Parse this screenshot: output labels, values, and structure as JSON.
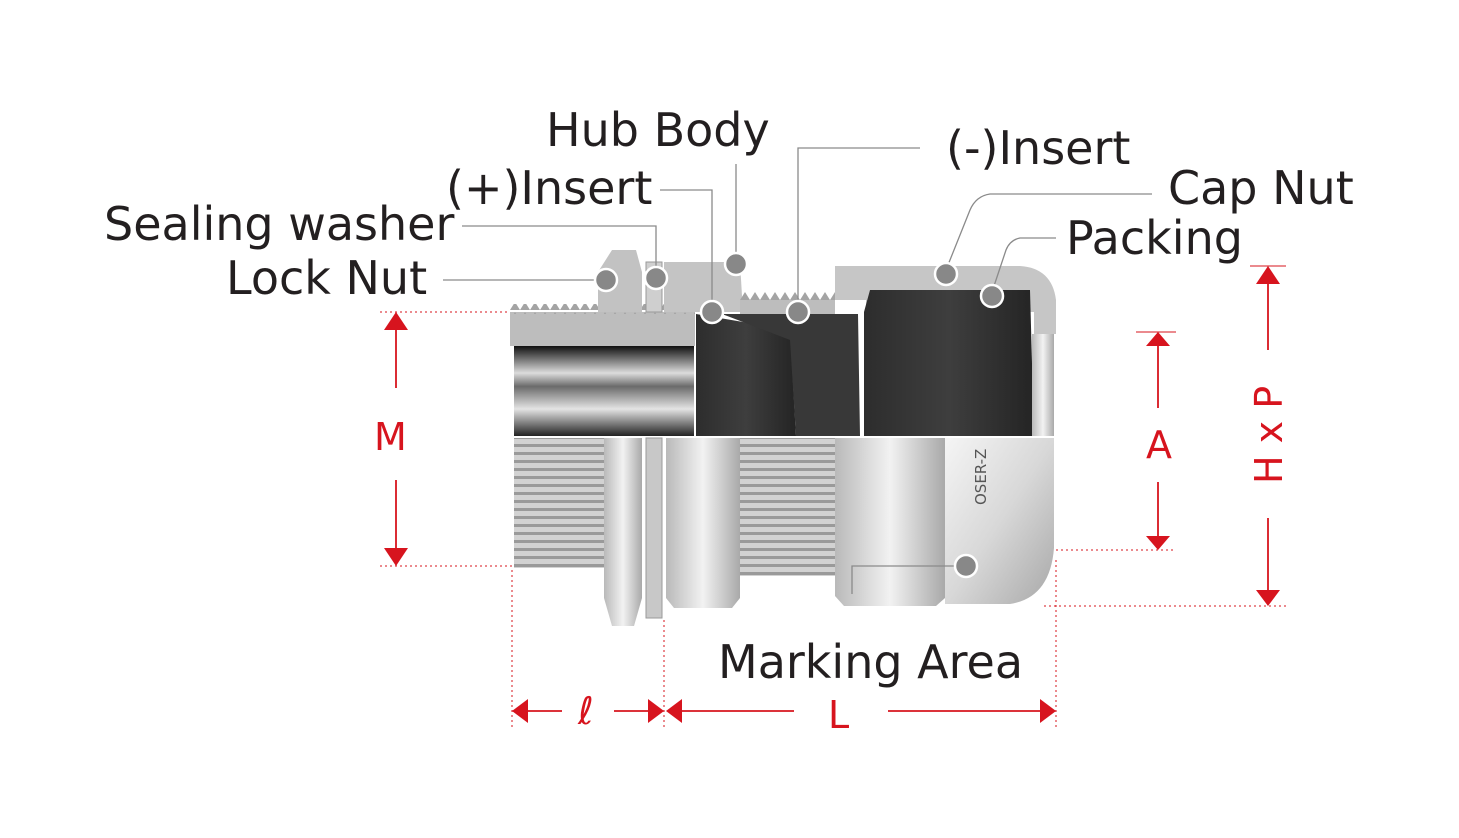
{
  "labels": {
    "hub_body": "Hub Body",
    "minus_insert": "(-)Insert",
    "plus_insert": "(+)Insert",
    "cap_nut": "Cap Nut",
    "sealing_washer": "Sealing washer",
    "packing": "Packing",
    "lock_nut": "Lock Nut",
    "marking_area": "Marking Area"
  },
  "dimensions": {
    "m": "M",
    "a": "A",
    "hxp": "H x P",
    "l_small": "ℓ",
    "l_big": "L"
  },
  "product_marking": "OSER-Z",
  "colors": {
    "dimension": "#d7141e",
    "leader": "#8a8a8a",
    "callout_dot": "#888888",
    "text": "#231f20"
  }
}
